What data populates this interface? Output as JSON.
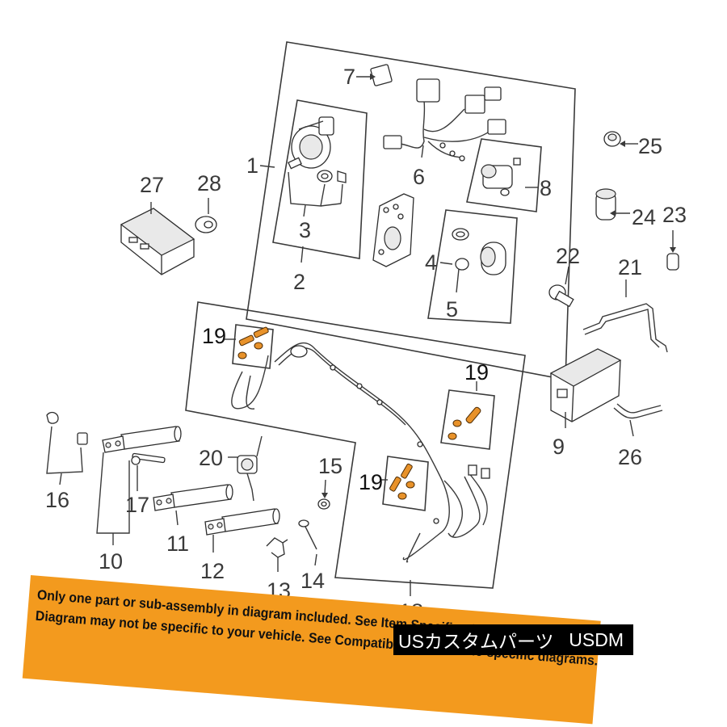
{
  "callouts": {
    "c1": "1",
    "c2": "2",
    "c3": "3",
    "c4": "4",
    "c5": "5",
    "c6": "6",
    "c7": "7",
    "c8": "8",
    "c9": "9",
    "c10": "10",
    "c11": "11",
    "c12": "12",
    "c13": "13",
    "c14": "14",
    "c15": "15",
    "c16": "16",
    "c17": "17",
    "c18": "18",
    "c19a": "19",
    "c19b": "19",
    "c19c": "19",
    "c20": "20",
    "c21": "21",
    "c22": "22",
    "c23": "23",
    "c24": "24",
    "c25": "25",
    "c26": "26",
    "c27": "27",
    "c28": "28"
  },
  "banner": {
    "line1": "Only one part or sub-assembly in diagram included. See Item Specifics for Reference #.",
    "line2": "Diagram may not be specific to your vehicle. See Compatibility for vehicle-specific diagrams."
  },
  "badge": {
    "shop": "USカスタムパーツ",
    "brand": "USDM"
  },
  "colors": {
    "banner": "#f39a1e",
    "hardware_highlight": "#e8922a",
    "badge": "#000000"
  }
}
